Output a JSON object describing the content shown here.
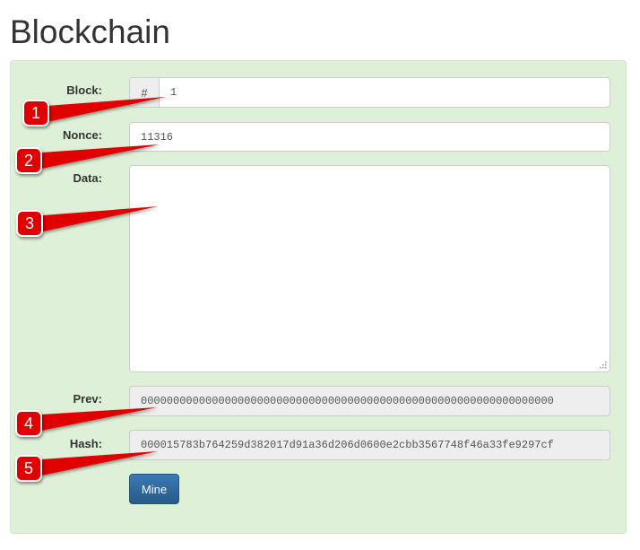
{
  "page": {
    "title": "Blockchain"
  },
  "form": {
    "block": {
      "label": "Block:",
      "prefix": "#",
      "value": "1"
    },
    "nonce": {
      "label": "Nonce:",
      "value": "11316"
    },
    "data": {
      "label": "Data:",
      "value": ""
    },
    "prev": {
      "label": "Prev:",
      "value": "0000000000000000000000000000000000000000000000000000000000000000"
    },
    "hash": {
      "label": "Hash:",
      "value": "000015783b764259d382017d91a36d206d0600e2cbb3567748f46a33fe9297cf"
    },
    "mine_button": "Mine"
  },
  "annotations": {
    "markers": [
      "1",
      "2",
      "3",
      "4",
      "5"
    ],
    "color": "#e00000"
  },
  "colors": {
    "panel_bg": "#dff0d8",
    "button_bg": "#337ab7"
  }
}
